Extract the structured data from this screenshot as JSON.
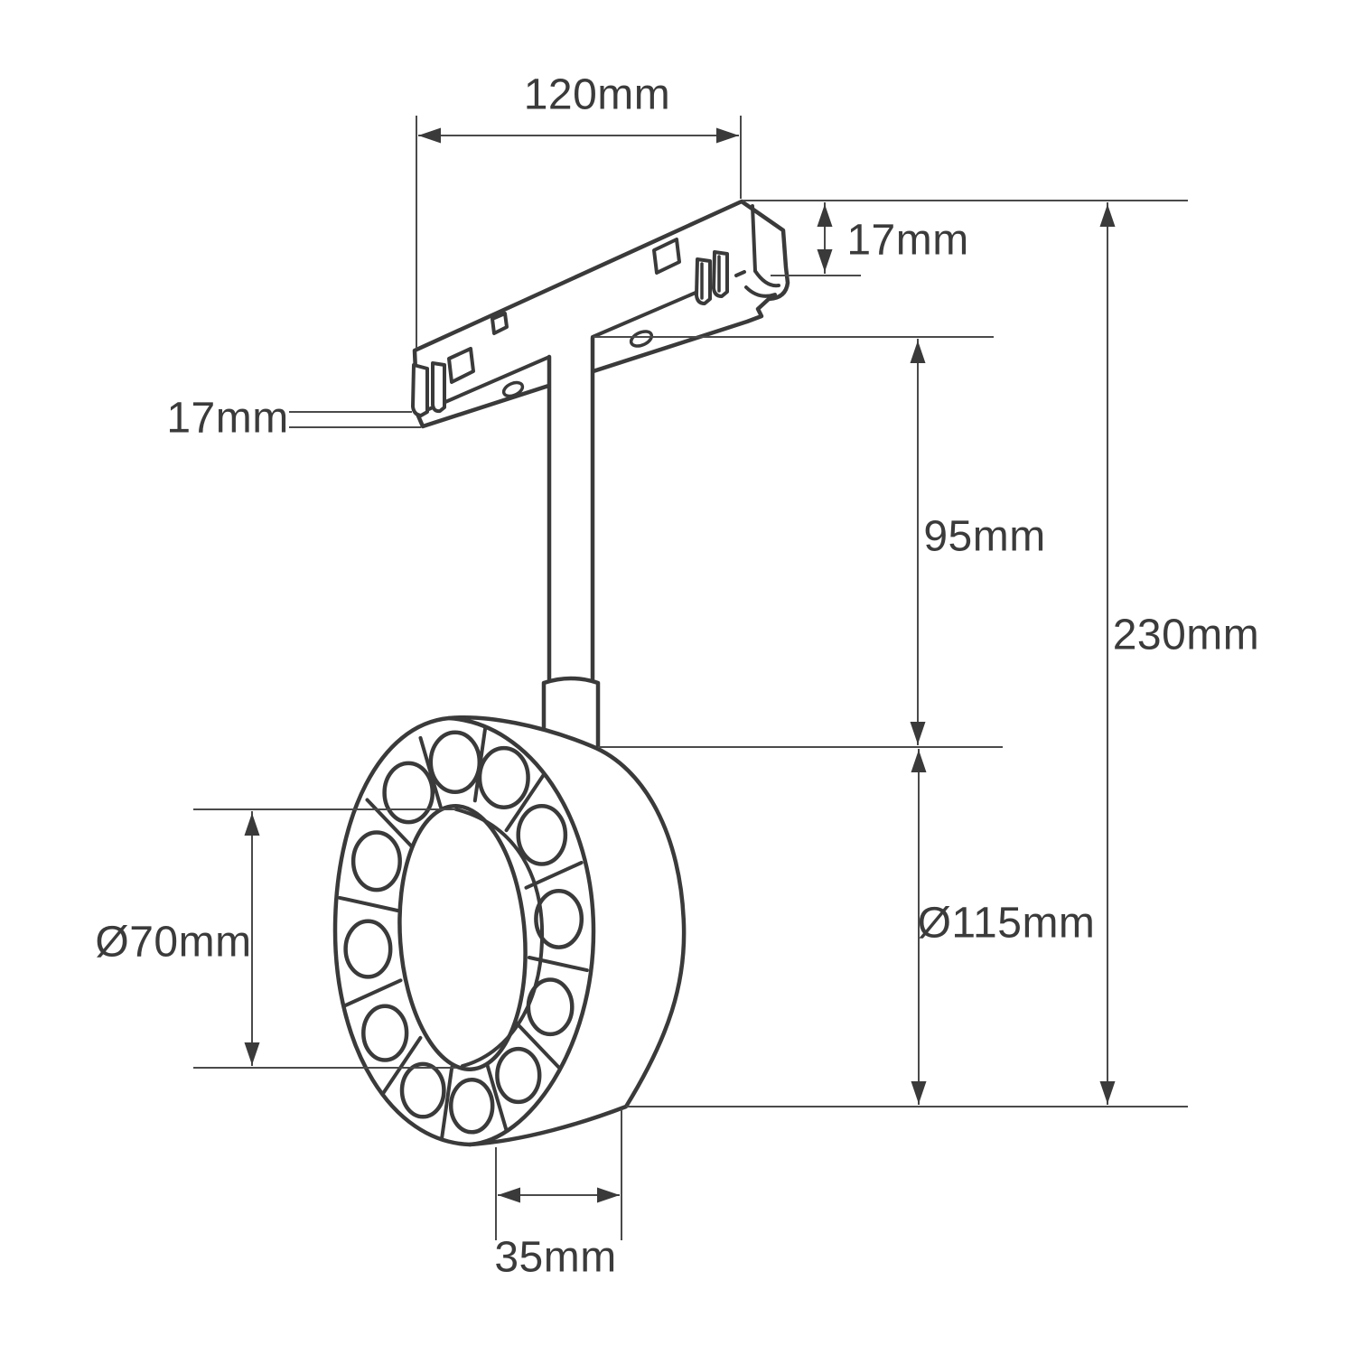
{
  "page": {
    "background": "#ffffff",
    "line_color": "#3a3a3a",
    "dimension_line_color": "#4a4a4a",
    "text_color": "#3b3b3b"
  },
  "drawing": {
    "kind": "technical-dimension-diagram",
    "labels": {
      "track_length": "120mm",
      "track_height": "17mm",
      "track_width": "17mm",
      "stem_drop": "95mm",
      "overall_height": "230mm",
      "inner_diameter": "Ø70mm",
      "outer_diameter": "Ø115mm",
      "head_thickness": "35mm"
    }
  }
}
